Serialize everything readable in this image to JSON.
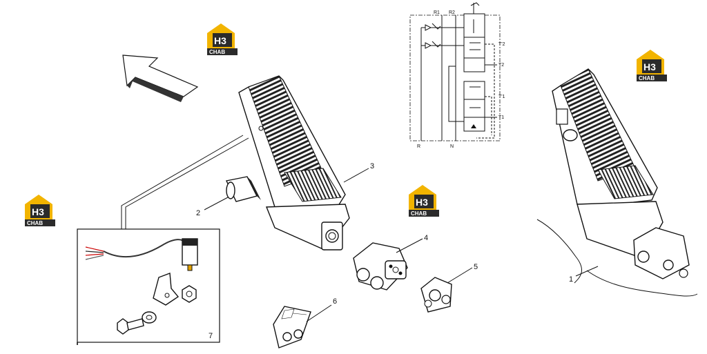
{
  "diagram": {
    "callouts": [
      "1",
      "2",
      "3",
      "4",
      "5",
      "6",
      "7"
    ],
    "schematic_labels": {
      "r1": "R1",
      "r2": "R2",
      "t2_top": "T'2",
      "t2": "T2",
      "t1_top": "T'1",
      "t1": "T1",
      "r": "R",
      "n": "N"
    },
    "watermark": {
      "top": "H3",
      "bottom": "CHAB"
    },
    "colors": {
      "logo_yellow": "#f2b400",
      "logo_dark": "#2b2b2b"
    }
  }
}
